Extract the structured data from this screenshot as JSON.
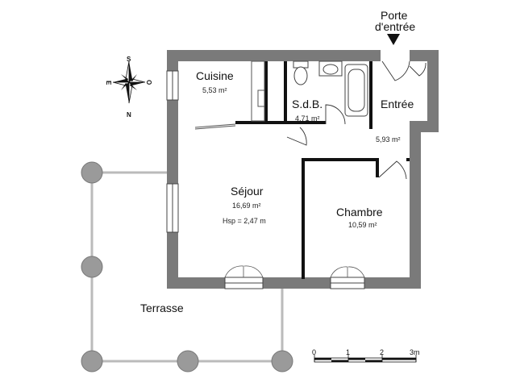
{
  "entrance": {
    "label_line1": "Porte",
    "label_line2": "d'entrée"
  },
  "rooms": {
    "cuisine": {
      "name": "Cuisine",
      "area": "5,53 m²"
    },
    "sdb": {
      "name": "S.d.B.",
      "area": "4,71 m²"
    },
    "entree": {
      "name": "Entrée",
      "area": "5,93 m²"
    },
    "sejour": {
      "name": "Séjour",
      "area": "16,69 m²",
      "height": "Hsp = 2,47 m"
    },
    "chambre": {
      "name": "Chambre",
      "area": "10,59 m²"
    }
  },
  "terrasse": {
    "name": "Terrasse"
  },
  "scale": {
    "ticks": [
      "0",
      "1",
      "2",
      "3m"
    ]
  },
  "compass": {
    "n": "N",
    "s": "S",
    "e": "E",
    "o": "O"
  }
}
